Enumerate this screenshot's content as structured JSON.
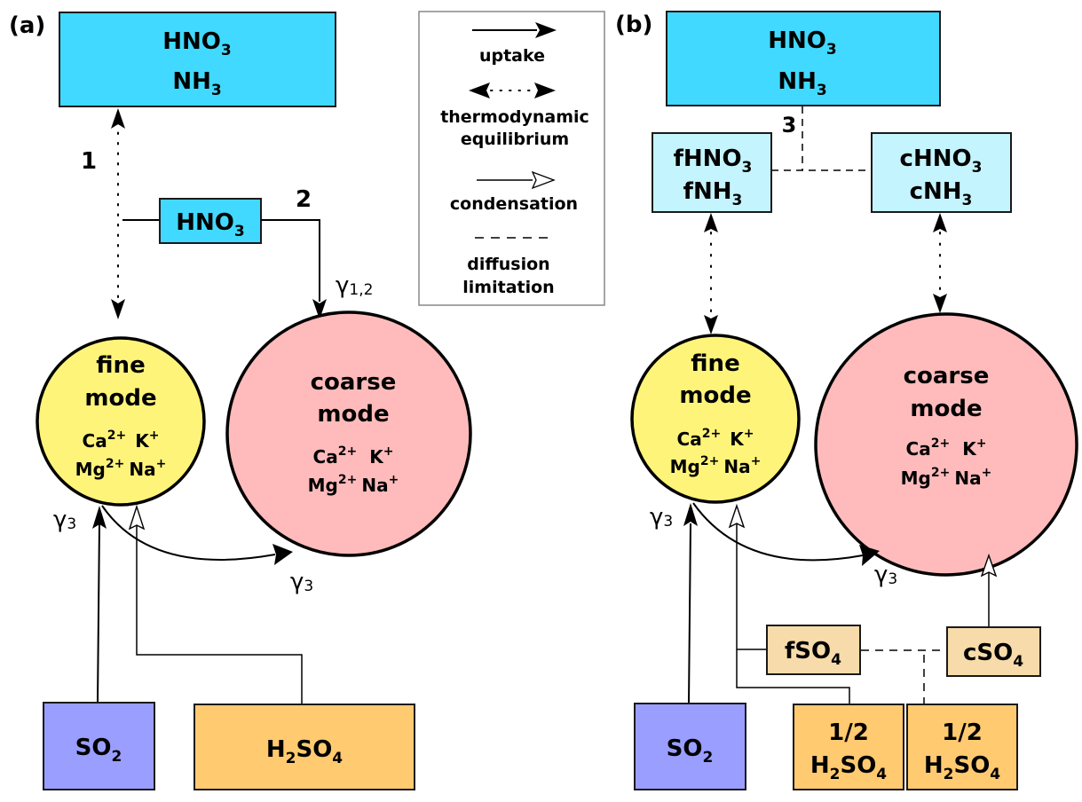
{
  "colors": {
    "gas_box": "#41d9ff",
    "light_gas_box": "#c4f4fd",
    "fine_mode": "#fff47a",
    "coarse_mode": "#ffbbbb",
    "so2": "#9a9eff",
    "h2so4": "#ffca70",
    "so4_box": "#f7dbaa"
  },
  "panel_a": {
    "label": "(a)",
    "gas_box": {
      "line1": "HNO",
      "line1_sub": "3",
      "line2": "NH",
      "line2_sub": "3"
    },
    "hno3_box": {
      "text": "HNO",
      "sub": "3"
    },
    "path_1": "1",
    "path_2": "2",
    "gamma_12": {
      "symbol": "γ",
      "sub": "1,2"
    },
    "gamma_3_fine": {
      "symbol": "γ",
      "sub": "3"
    },
    "gamma_3_coarse": {
      "symbol": "γ",
      "sub": "3"
    },
    "fine_mode": {
      "line1": "fine",
      "line2": "mode",
      "ion1": "Ca",
      "ion1_sup": "2+",
      "ion2": "K",
      "ion2_sup": "+",
      "ion3": "Mg",
      "ion3_sup": "2+",
      "ion4": "Na",
      "ion4_sup": "+"
    },
    "coarse_mode": {
      "line1": "coarse",
      "line2": "mode",
      "ion1": "Ca",
      "ion1_sup": "2+",
      "ion2": "K",
      "ion2_sup": "+",
      "ion3": "Mg",
      "ion3_sup": "2+",
      "ion4": "Na",
      "ion4_sup": "+"
    },
    "so2_box": {
      "text": "SO",
      "sub": "2"
    },
    "h2so4_box": {
      "pre": "H",
      "pre_sub": "2",
      "text": "SO",
      "sub": "4"
    }
  },
  "legend": {
    "items": [
      {
        "label": "uptake"
      },
      {
        "label": "thermodynamic",
        "label2": "equilibrium"
      },
      {
        "label": "condensation"
      },
      {
        "label": "diffusion",
        "label2": "limitation"
      }
    ]
  },
  "panel_b": {
    "label": "(b)",
    "gas_box": {
      "line1": "HNO",
      "line1_sub": "3",
      "line2": "NH",
      "line2_sub": "3"
    },
    "path_3": "3",
    "fine_gas_box": {
      "line1": "fHNO",
      "line1_sub": "3",
      "line2": "fNH",
      "line2_sub": "3"
    },
    "coarse_gas_box": {
      "line1": "cHNO",
      "line1_sub": "3",
      "line2": "cNH",
      "line2_sub": "3"
    },
    "gamma_3_fine": {
      "symbol": "γ",
      "sub": "3"
    },
    "gamma_3_coarse": {
      "symbol": "γ",
      "sub": "3"
    },
    "fine_mode": {
      "line1": "fine",
      "line2": "mode",
      "ion1": "Ca",
      "ion1_sup": "2+",
      "ion2": "K",
      "ion2_sup": "+",
      "ion3": "Mg",
      "ion3_sup": "2+",
      "ion4": "Na",
      "ion4_sup": "+"
    },
    "coarse_mode": {
      "line1": "coarse",
      "line2": "mode",
      "ion1": "Ca",
      "ion1_sup": "2+",
      "ion2": "K",
      "ion2_sup": "+",
      "ion3": "Mg",
      "ion3_sup": "2+",
      "ion4": "Na",
      "ion4_sup": "+"
    },
    "fso4_box": {
      "text": "fSO",
      "sub": "4"
    },
    "cso4_box": {
      "text": "cSO",
      "sub": "4"
    },
    "so2_box": {
      "text": "SO",
      "sub": "2"
    },
    "half_h2so4_fine": {
      "line1": "1/2",
      "pre": "H",
      "pre_sub": "2",
      "text": "SO",
      "sub": "4"
    },
    "half_h2so4_coarse": {
      "line1": "1/2",
      "pre": "H",
      "pre_sub": "2",
      "text": "SO",
      "sub": "4"
    }
  }
}
